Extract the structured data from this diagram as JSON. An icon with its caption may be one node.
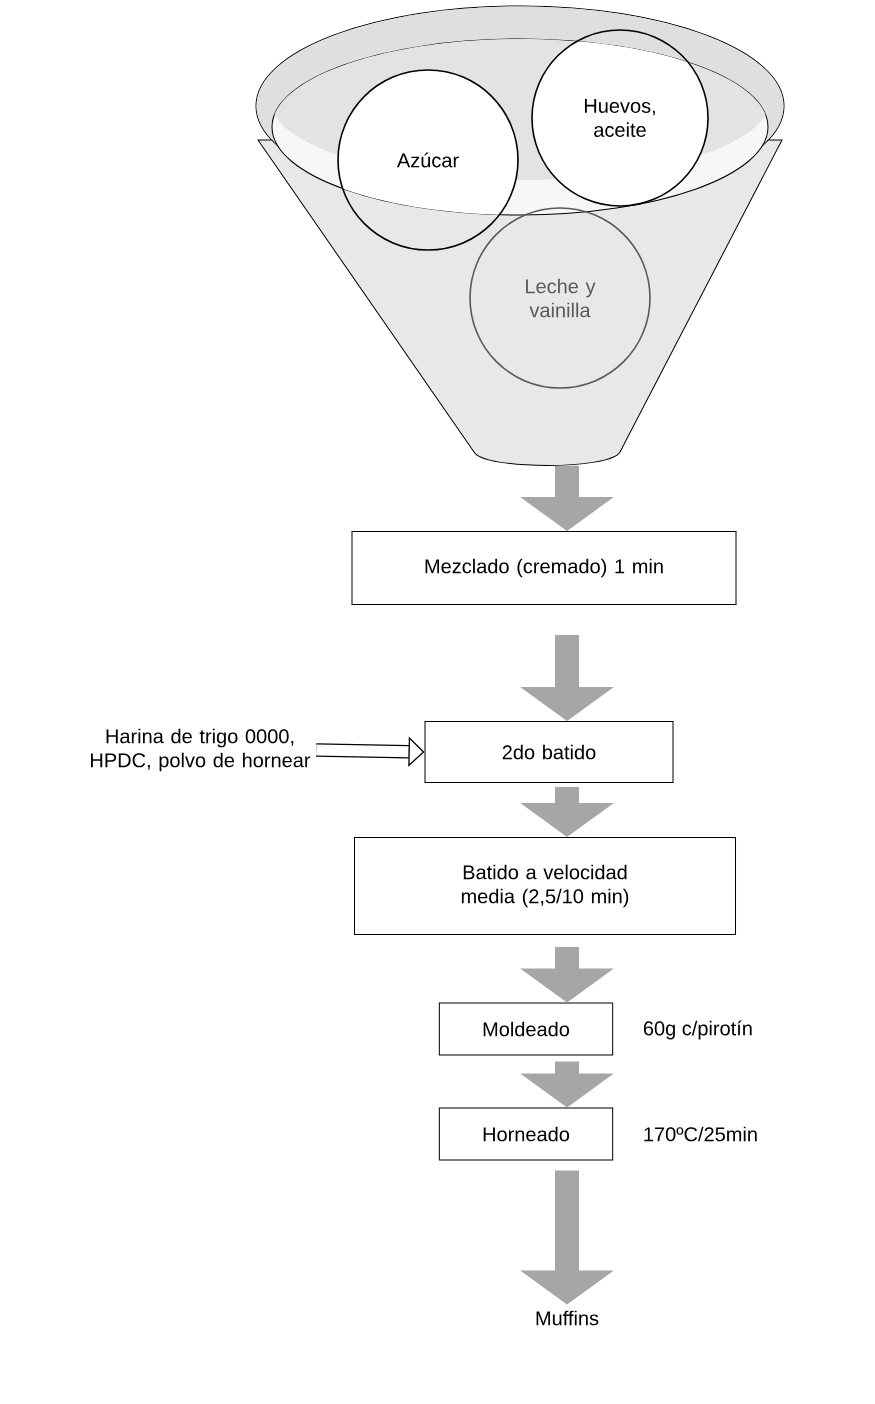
{
  "diagram": {
    "nodes": [
      {
        "text": [],
        "shape": "funnel"
      },
      {
        "text": [
          "Azúcar"
        ],
        "in": 0
      },
      {
        "text": [
          "Huevos, aceite"
        ],
        "in": 0
      },
      {
        "text": [
          "Leche y vainilla"
        ],
        "in": 0
      },
      {
        "text": [
          "Mezclado (cremado) 1 min"
        ]
      },
      {
        "text": [
          "Harina de trigo 0000, HPDC, polvo de hornear"
        ]
      },
      {
        "text": [
          "2do batido"
        ]
      },
      {
        "text": [
          "Batido a velocidad media (2,5/10 min)"
        ]
      },
      {
        "text": [
          "Moldeado"
        ],
        "beside": [
          "60g c/pirotín"
        ]
      },
      {
        "text": [
          "Horneado"
        ],
        "beside": [
          "170ºC/25min"
        ]
      },
      {
        "text": [
          "Muffins"
        ]
      }
    ],
    "edges": [
      {
        "from": 0,
        "to": 4,
        "arrow": "to"
      },
      {
        "from": 4,
        "to": 6,
        "arrow": "to"
      },
      {
        "from": 5,
        "to": 6,
        "arrow": "to",
        "color": "#000000"
      },
      {
        "from": 6,
        "to": 7,
        "arrow": "to"
      },
      {
        "from": 7,
        "to": 8,
        "arrow": "to"
      },
      {
        "from": 8,
        "to": 9,
        "arrow": "to"
      },
      {
        "from": 9,
        "to": 10,
        "arrow": "to"
      }
    ]
  }
}
